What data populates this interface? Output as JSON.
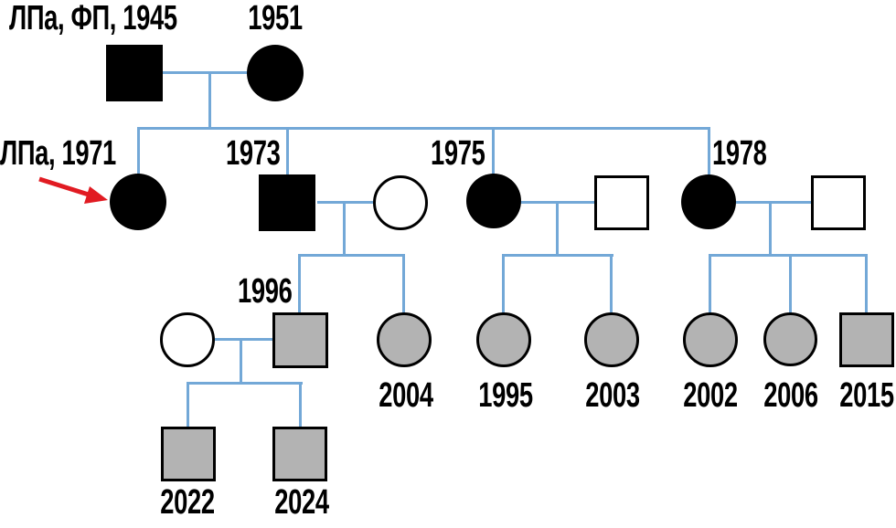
{
  "diagram_type": "pedigree-chart",
  "colors": {
    "line": "#73a8d7",
    "affected_fill": "#000000",
    "unaffected_fill": "#ffffff",
    "gray_fill": "#b3b3b3",
    "arrow": "#e11b22",
    "text": "#000000"
  },
  "proband_arrow": {
    "points_to": "II-1"
  },
  "individuals": [
    {
      "id": "I-1",
      "generation": "I",
      "shape": "square",
      "fill": "black",
      "label": "ЛПа, ФП, 1945"
    },
    {
      "id": "I-2",
      "generation": "I",
      "shape": "circle",
      "fill": "black",
      "label": "1951"
    },
    {
      "id": "II-1",
      "generation": "II",
      "shape": "circle",
      "fill": "black",
      "label": "ЛПа, 1971",
      "proband": true
    },
    {
      "id": "II-2",
      "generation": "II",
      "shape": "square",
      "fill": "black",
      "label": "1973"
    },
    {
      "id": "II-3",
      "generation": "II",
      "shape": "circle",
      "fill": "white",
      "label": ""
    },
    {
      "id": "II-4",
      "generation": "II",
      "shape": "circle",
      "fill": "black",
      "label": "1975"
    },
    {
      "id": "II-5",
      "generation": "II",
      "shape": "square",
      "fill": "white",
      "label": ""
    },
    {
      "id": "II-6",
      "generation": "II",
      "shape": "circle",
      "fill": "black",
      "label": "1978"
    },
    {
      "id": "II-7",
      "generation": "II",
      "shape": "square",
      "fill": "white",
      "label": ""
    },
    {
      "id": "III-1",
      "generation": "III",
      "shape": "circle",
      "fill": "white",
      "label": ""
    },
    {
      "id": "III-2",
      "generation": "III",
      "shape": "square",
      "fill": "gray",
      "label": "1996"
    },
    {
      "id": "III-3",
      "generation": "III",
      "shape": "circle",
      "fill": "gray",
      "label": "2004"
    },
    {
      "id": "III-4",
      "generation": "III",
      "shape": "circle",
      "fill": "gray",
      "label": "1995"
    },
    {
      "id": "III-5",
      "generation": "III",
      "shape": "circle",
      "fill": "gray",
      "label": "2003"
    },
    {
      "id": "III-6",
      "generation": "III",
      "shape": "circle",
      "fill": "gray",
      "label": "2002"
    },
    {
      "id": "III-7",
      "generation": "III",
      "shape": "circle",
      "fill": "gray",
      "label": "2006"
    },
    {
      "id": "III-8",
      "generation": "III",
      "shape": "square",
      "fill": "gray",
      "label": "2015"
    },
    {
      "id": "IV-1",
      "generation": "IV",
      "shape": "square",
      "fill": "gray",
      "label": "2022"
    },
    {
      "id": "IV-2",
      "generation": "IV",
      "shape": "square",
      "fill": "gray",
      "label": "2024"
    }
  ]
}
